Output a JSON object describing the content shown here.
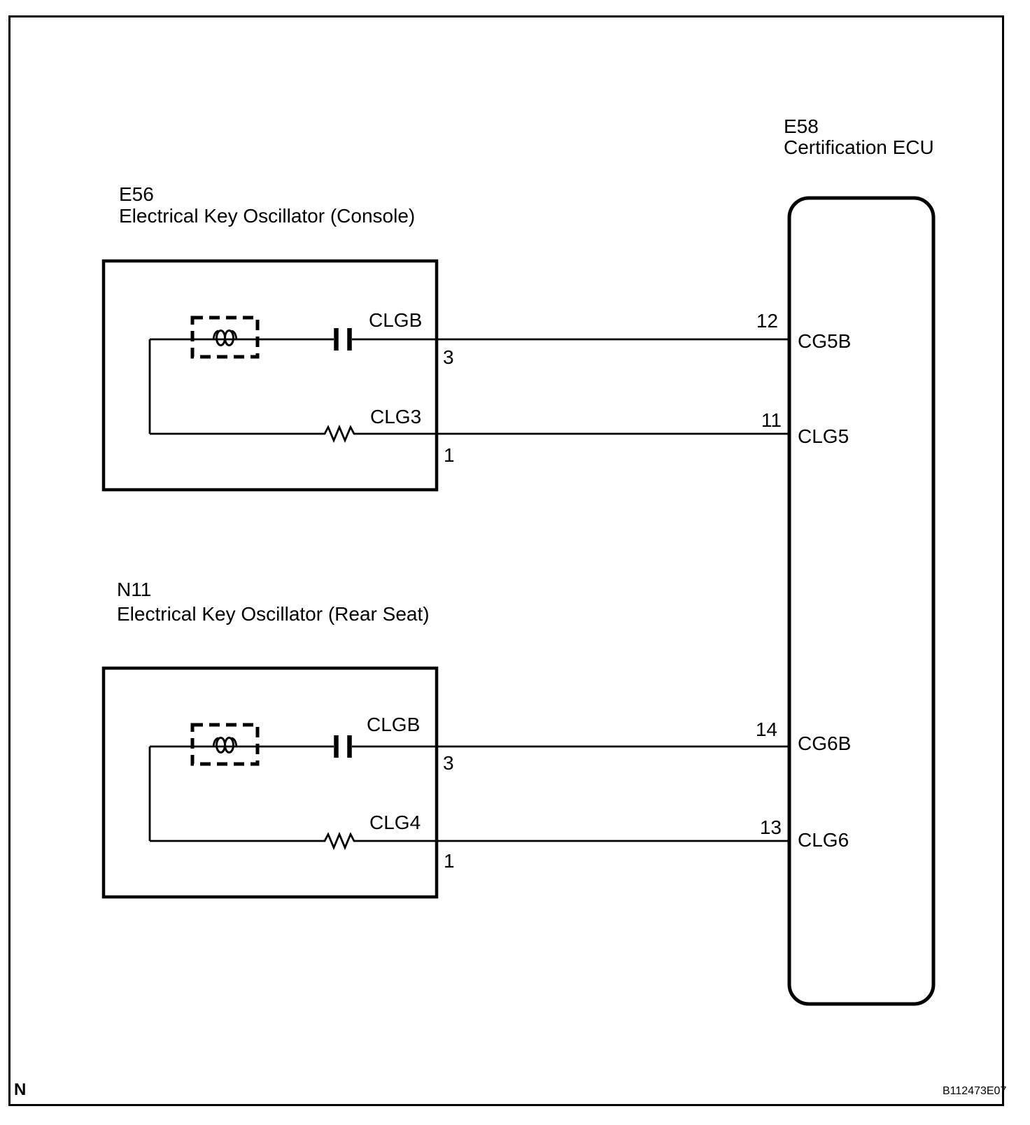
{
  "colors": {
    "ink": "#000000",
    "paper": "#ffffff"
  },
  "oscillator_console": {
    "id": "E56",
    "name": "Electrical Key Oscillator (Console)",
    "signal_top": "CLGB",
    "signal_top_pin": "3",
    "signal_bottom": "CLG3",
    "signal_bottom_pin": "1"
  },
  "oscillator_rear": {
    "id": "N11",
    "name": "Electrical Key Oscillator (Rear Seat)",
    "signal_top": "CLGB",
    "signal_top_pin": "3",
    "signal_bottom": "CLG4",
    "signal_bottom_pin": "1"
  },
  "ecu": {
    "id": "E58",
    "name": "Certification ECU",
    "pin_12": {
      "number": "12",
      "label": "CG5B"
    },
    "pin_11": {
      "number": "11",
      "label": "CLG5"
    },
    "pin_14": {
      "number": "14",
      "label": "CG6B"
    },
    "pin_13": {
      "number": "13",
      "label": "CLG6"
    }
  },
  "footer": {
    "left_mark": "N",
    "drawing_code": "B112473E07"
  }
}
